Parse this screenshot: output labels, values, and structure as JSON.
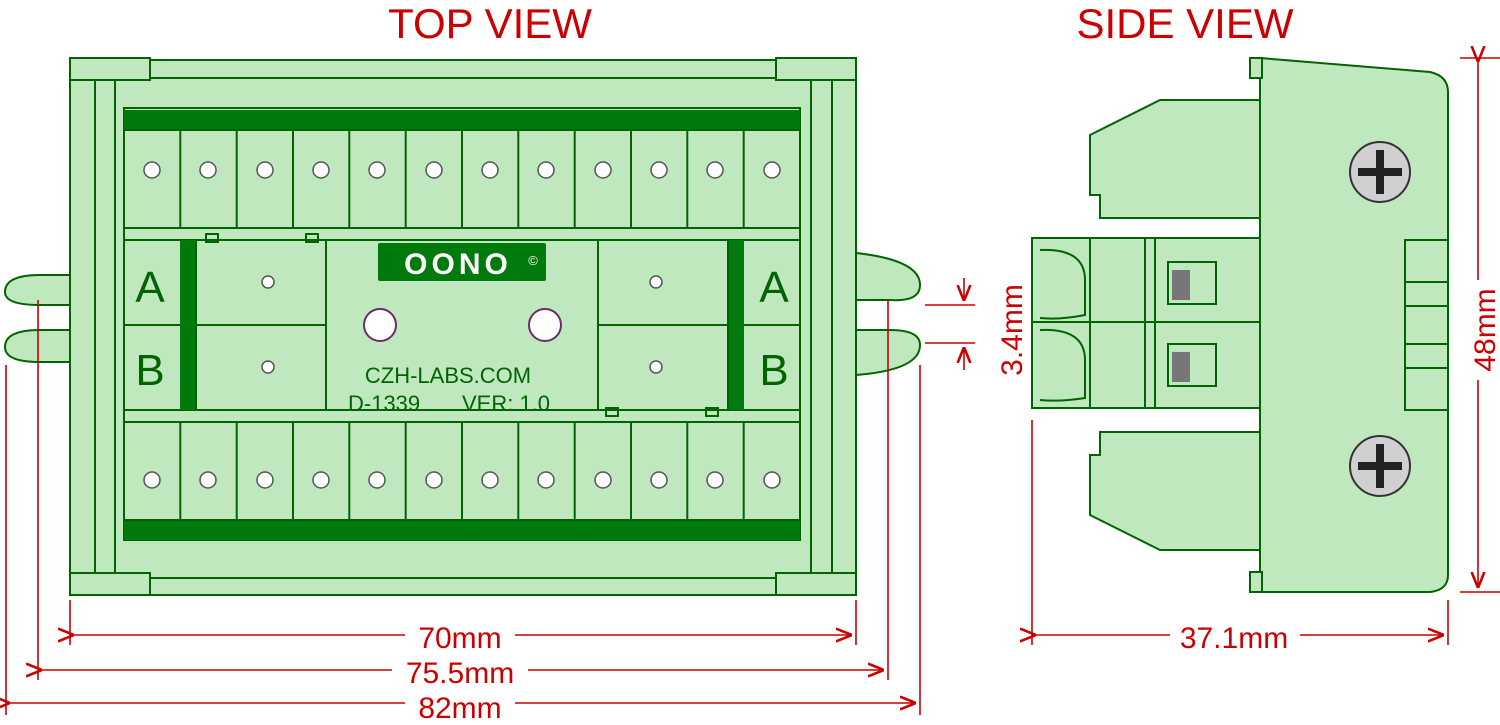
{
  "titles": {
    "top_view": "TOP VIEW",
    "side_view": "SIDE VIEW"
  },
  "board": {
    "logo": "OONO",
    "logo_mark": "©",
    "website": "CZH-LABS.COM",
    "part_number": "D-1339",
    "version": "VER: 1.0",
    "label_a": "A",
    "label_b": "B"
  },
  "dimensions": {
    "width_inner": "70mm",
    "width_mid": "75.5mm",
    "width_outer": "82mm",
    "depth": "37.1mm",
    "height": "48mm",
    "pitch": "3.4mm"
  },
  "colors": {
    "dimension": "#cc0000",
    "pcb_green": "#007a0c",
    "housing_fill": "#bfe8bf"
  }
}
